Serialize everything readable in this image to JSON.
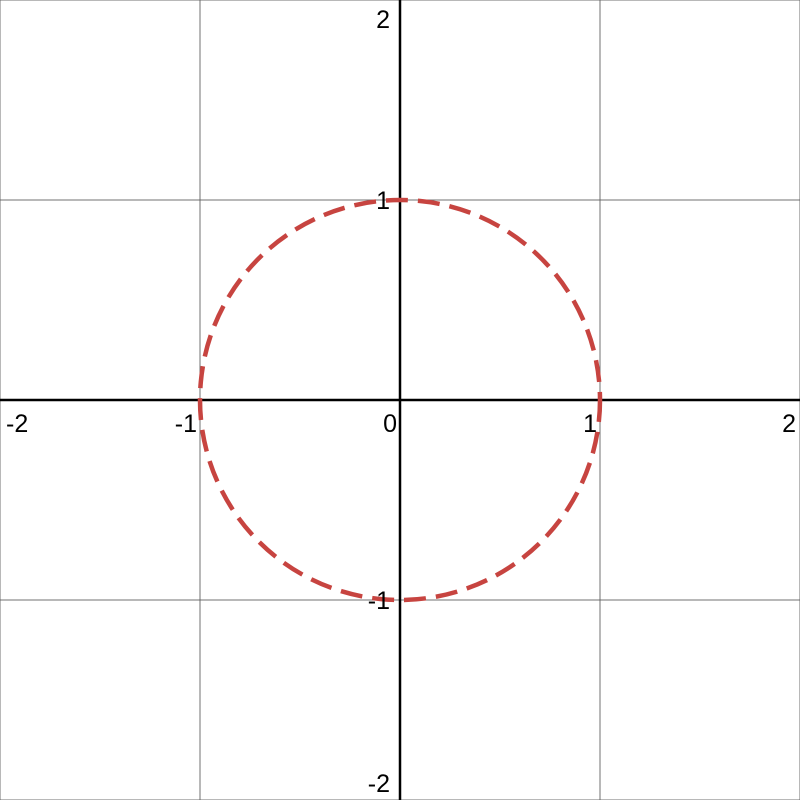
{
  "chart_data": {
    "type": "line",
    "xlim": [
      -2,
      2
    ],
    "ylim": [
      -2,
      2
    ],
    "grid": true,
    "x_ticks": [
      {
        "value": -2,
        "label": "-2"
      },
      {
        "value": -1,
        "label": "-1"
      },
      {
        "value": 0,
        "label": "0"
      },
      {
        "value": 1,
        "label": "1"
      },
      {
        "value": 2,
        "label": "2"
      }
    ],
    "y_ticks": [
      {
        "value": 2,
        "label": "2"
      },
      {
        "value": 1,
        "label": "1"
      },
      {
        "value": -1,
        "label": "-1"
      },
      {
        "value": -2,
        "label": "-2"
      }
    ],
    "series": [
      {
        "curve": "circle",
        "center": [
          0,
          0
        ],
        "radius": 1,
        "line_style": "dashed",
        "color": "#c74440"
      }
    ]
  }
}
